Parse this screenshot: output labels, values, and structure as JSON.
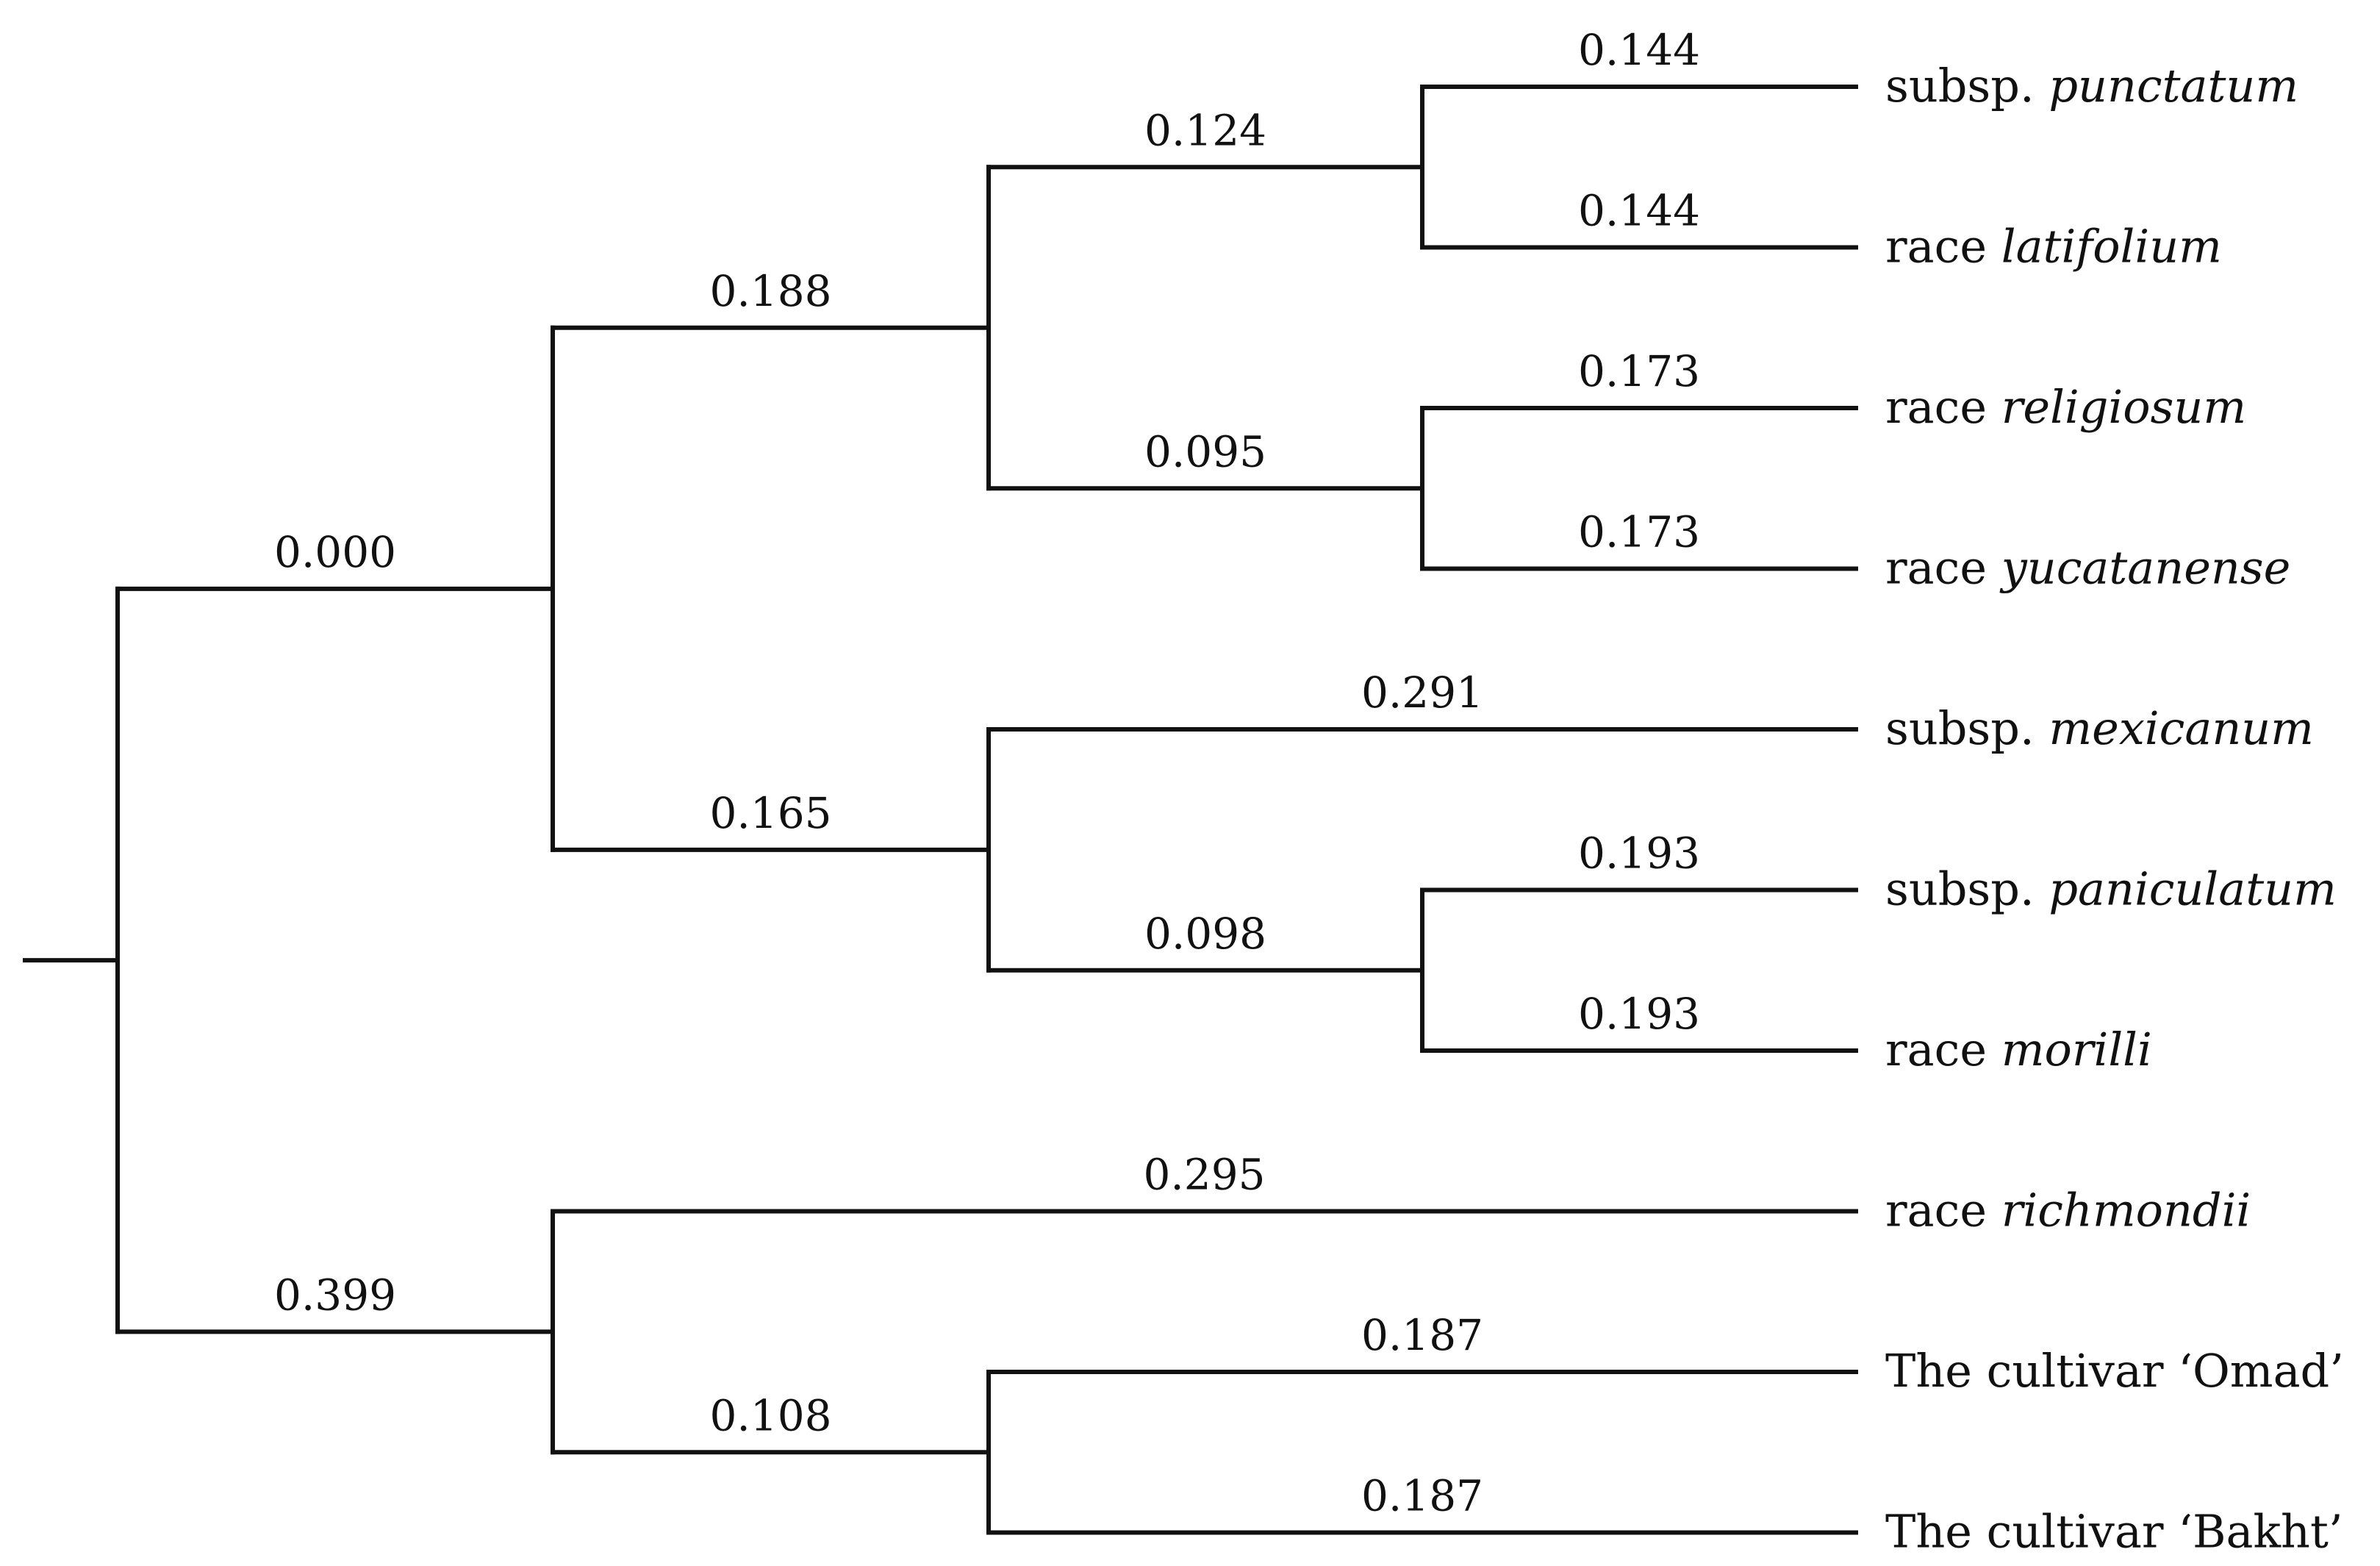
{
  "tree": {
    "name": "root",
    "length": null,
    "children": [
      {
        "name": "clade-a",
        "length": "0.000",
        "children": [
          {
            "name": "clade-a1",
            "length": "0.188",
            "children": [
              {
                "name": "clade-a1a",
                "length": "0.124",
                "children": [
                  {
                    "name": "leaf-punctatum",
                    "length": "0.144",
                    "label": {
                      "prefix": "subsp.",
                      "italic": "punctatum"
                    }
                  },
                  {
                    "name": "leaf-latifolium",
                    "length": "0.144",
                    "label": {
                      "prefix": "race",
                      "italic": "latifolium"
                    }
                  }
                ]
              },
              {
                "name": "clade-a1b",
                "length": "0.095",
                "children": [
                  {
                    "name": "leaf-religiosum",
                    "length": "0.173",
                    "label": {
                      "prefix": "race",
                      "italic": "religiosum"
                    }
                  },
                  {
                    "name": "leaf-yucatanense",
                    "length": "0.173",
                    "label": {
                      "prefix": "race",
                      "italic": "yucatanense"
                    }
                  }
                ]
              }
            ]
          },
          {
            "name": "clade-a2",
            "length": "0.165",
            "children": [
              {
                "name": "leaf-mexicanum",
                "length": "0.291",
                "label": {
                  "prefix": "subsp.",
                  "italic": "mexicanum"
                }
              },
              {
                "name": "clade-a2b",
                "length": "0.098",
                "children": [
                  {
                    "name": "leaf-paniculatum",
                    "length": "0.193",
                    "label": {
                      "prefix": "subsp.",
                      "italic": "paniculatum"
                    }
                  },
                  {
                    "name": "leaf-morilli",
                    "length": "0.193",
                    "label": {
                      "prefix": "race",
                      "italic": "morilli"
                    }
                  }
                ]
              }
            ]
          }
        ]
      },
      {
        "name": "clade-b",
        "length": "0.399",
        "children": [
          {
            "name": "leaf-richmondii",
            "length": "0.295",
            "label": {
              "prefix": "race",
              "italic": "richmondii"
            }
          },
          {
            "name": "clade-b2",
            "length": "0.108",
            "children": [
              {
                "name": "leaf-omad",
                "length": "0.187",
                "label": {
                  "prefix": "The cultivar ‘Omad’",
                  "italic": ""
                }
              },
              {
                "name": "leaf-bakht",
                "length": "0.187",
                "label": {
                  "prefix": "The cultivar ‘Bakht’",
                  "italic": ""
                }
              }
            ]
          }
        ]
      }
    ]
  }
}
